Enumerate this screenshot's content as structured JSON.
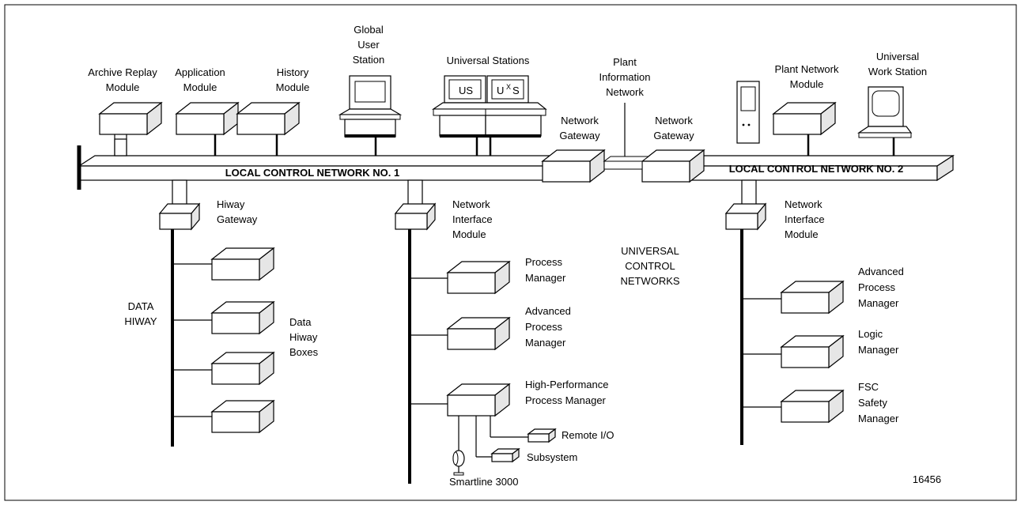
{
  "diagram": {
    "networks": {
      "lcn1": "LOCAL CONTROL NETWORK NO. 1",
      "lcn2": "LOCAL CONTROL NETWORK NO. 2"
    },
    "top_modules": {
      "archive_replay": [
        "Archive Replay",
        "Module"
      ],
      "application": [
        "Application",
        "Module"
      ],
      "history": [
        "History",
        "Module"
      ],
      "global_user_station": [
        "Global",
        "User",
        "Station"
      ],
      "universal_stations": "Universal Stations",
      "us_screen_left": "US",
      "us_screen_right_u": "U",
      "us_screen_right_x": "X",
      "us_screen_right_s": "S",
      "plant_information_network": [
        "Plant",
        "Information",
        "Network"
      ],
      "network_gateway_left": [
        "Network",
        "Gateway"
      ],
      "network_gateway_right": [
        "Network",
        "Gateway"
      ],
      "plant_network_module": [
        "Plant Network",
        "Module"
      ],
      "universal_work_station": [
        "Universal",
        "Work Station"
      ]
    },
    "left_branch": {
      "hiway_gateway": [
        "Hiway",
        "Gateway"
      ],
      "data_hiway": [
        "DATA",
        "HIWAY"
      ],
      "data_hiway_boxes": [
        "Data",
        "Hiway",
        "Boxes"
      ]
    },
    "middle_branch": {
      "network_interface_module": [
        "Network",
        "Interface",
        "Module"
      ],
      "process_manager": [
        "Process",
        "Manager"
      ],
      "advanced_process_manager": [
        "Advanced",
        "Process",
        "Manager"
      ],
      "high_performance_process_manager": [
        "High-Performance",
        "Process Manager"
      ],
      "remote_io": "Remote I/O",
      "subsystem": "Subsystem",
      "smartline": "Smartline 3000"
    },
    "center_label": [
      "UNIVERSAL",
      "CONTROL",
      "NETWORKS"
    ],
    "right_branch": {
      "network_interface_module": [
        "Network",
        "Interface",
        "Module"
      ],
      "advanced_process_manager": [
        "Advanced",
        "Process",
        "Manager"
      ],
      "logic_manager": [
        "Logic",
        "Manager"
      ],
      "fsc_safety_manager": [
        "FSC",
        "Safety",
        "Manager"
      ]
    },
    "figure_number": "16456"
  }
}
